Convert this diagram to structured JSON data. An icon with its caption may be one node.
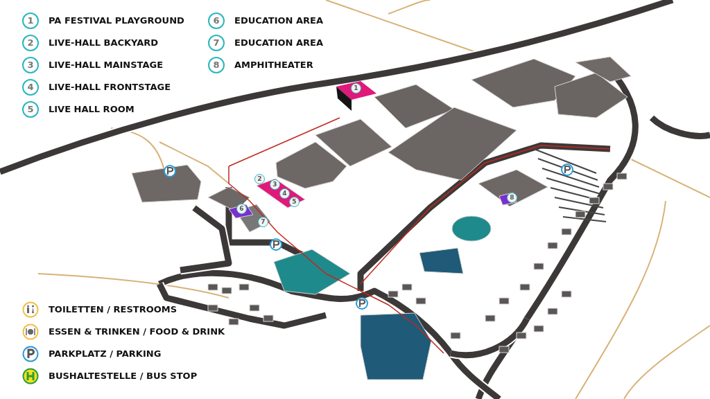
{
  "diagram": {
    "labels": [
      "1",
      "PA FESTIVAL PLAYGROUND",
      "6",
      "EDUCATION AREA",
      "2",
      "LIVE-HALL BACKYARD",
      "7",
      "EDUCATION AREA",
      "3",
      "LIVE-HALL MAINSTAGE",
      "8",
      "AMPHITHEATER",
      "4",
      "LIVE-HALL FRONTSTAGE",
      "5",
      "LIVE HALL ROOM",
      "1",
      "2",
      "3",
      "4",
      "8",
      "5",
      "6",
      "7"
    ],
    "legend": [
      {
        "text": "TOILETTEN / RESTROOMS"
      },
      {
        "text": "ESSEN & TRINKEN / FOOD & DRINK"
      },
      {
        "text": "PARKPLATZ / PARKING"
      },
      {
        "text": "BUSHALTESTELLE / BUS STOP"
      }
    ]
  }
}
